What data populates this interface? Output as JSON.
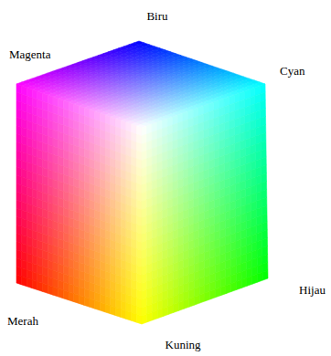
{
  "diagram": {
    "labels": [
      "Biru",
      "Magenta",
      "Cyan",
      "Hijau",
      "Merah",
      "Kuning"
    ]
  }
}
